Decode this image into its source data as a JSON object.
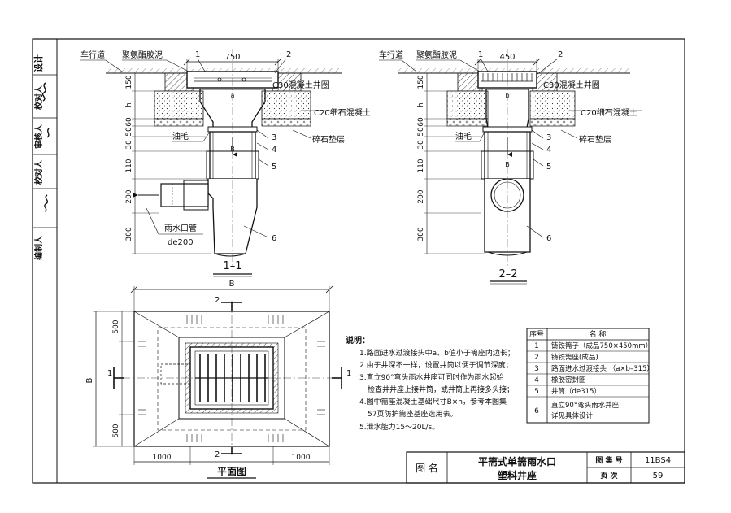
{
  "sidebar": {
    "cells": [
      "设计",
      "校对人",
      "审核人",
      "校对人",
      "编制人"
    ]
  },
  "section_1": {
    "label": "1–1",
    "road_label": "车行道",
    "sealant_label": "聚氨酯胶泥",
    "width": "750",
    "letter": "a",
    "pipe_letter": "B",
    "ring_label": "C30混凝土井圈",
    "concrete_label": "C20细石混凝土",
    "gravel_label": "碎石垫层",
    "grease_label": "油毛",
    "outlet_label": "雨水口管",
    "outlet_size": "de200",
    "callouts": [
      "1",
      "2",
      "3",
      "4",
      "5",
      "6"
    ],
    "dims": [
      "150",
      "h",
      "60",
      "50",
      "30",
      "110",
      "200",
      "300"
    ]
  },
  "section_2": {
    "label": "2–2",
    "road_label": "车行道",
    "sealant_label": "聚氨酯胶泥",
    "width": "450",
    "letter": "b",
    "pipe_letter": "B",
    "ring_label": "C30混凝土井圈",
    "concrete_label": "C20细石混凝土",
    "gravel_label": "碎石垫层",
    "grease_label": "油毛",
    "callouts": [
      "1",
      "2",
      "3",
      "4",
      "5",
      "6"
    ],
    "dims": [
      "150",
      "h",
      "60",
      "50",
      "30",
      "110",
      "200",
      "300"
    ]
  },
  "plan": {
    "label": "平面图",
    "dim_B_top": "B",
    "dim_B_side": "B",
    "dim_500_top": "500",
    "dim_500_bottom": "500",
    "dim_1000_left": "1000",
    "dim_1000_right": "1000",
    "cut_1": "1",
    "cut_2": "2"
  },
  "notes": {
    "title": "说明：",
    "lines": [
      "1.路面进水过渡接头中a、b值小于篅座内边长；",
      "2.由于井深不一样，设置井筒以便于调节深度；",
      "3.直立90°弯头雨水井座可同时作为雨水起始",
      "检查井井座上接井筒，或井筒上再接多头接；",
      "4.图中篅座混凝土基础尺寸B×h，参考本图集",
      "57页防护篅座基座选用表。",
      "5.泄水能力15～20L/s。"
    ]
  },
  "parts_table": {
    "headers": [
      "序号",
      "名    称"
    ],
    "rows": [
      {
        "no": "1",
        "name": "铸铁篅子（成品750×450mm）"
      },
      {
        "no": "2",
        "name": "铸铁篅座(成品)"
      },
      {
        "no": "3",
        "name": "路面进水过渡接头 （a×b–315）"
      },
      {
        "no": "4",
        "name": "橡胶密封圈"
      },
      {
        "no": "5",
        "name": "井筒（de315）"
      },
      {
        "no": "6",
        "name": "直立90°弯头雨水井座",
        "name2": "详见具体设计"
      }
    ]
  },
  "title_block": {
    "label": "图  名",
    "title_line1": "平篅式单篅雨水口",
    "title_line2": "塑料井座",
    "atlas_label": "图 集 号",
    "atlas_no": "11BS4",
    "page_label": "页    次",
    "page_no": "59"
  }
}
